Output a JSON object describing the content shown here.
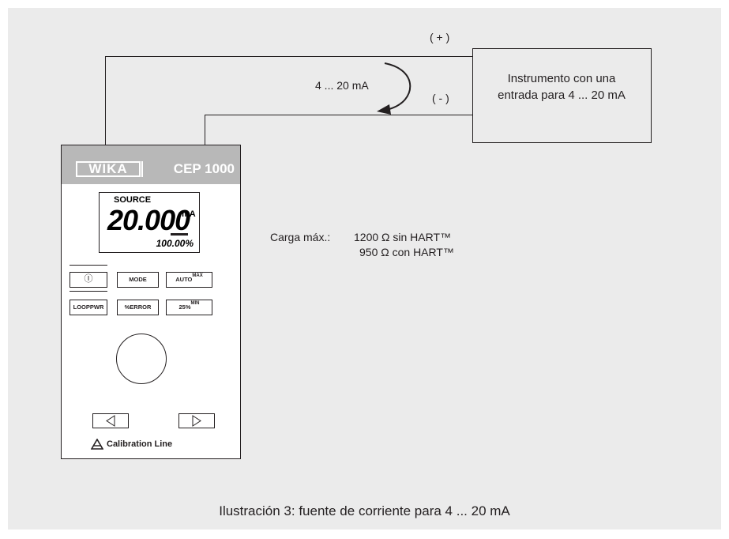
{
  "diagram": {
    "instrument_box_line1": "Instrumento con una",
    "instrument_box_line2": "entrada para 4 ... 20 mA",
    "plus_terminal": "( + )",
    "minus_terminal": "( - )",
    "current_label": "4 ... 20 mA",
    "load_label": "Carga máx.:",
    "load_value1": "1200 Ω sin HART™",
    "load_value2": "950 Ω con HART™",
    "caption": "Ilustración 3: fuente de corriente para 4 ... 20 mA"
  },
  "device": {
    "logo": "WIKA",
    "model": "CEP 1000",
    "display": {
      "mode": "SOURCE",
      "value": "20.000",
      "unit": "mA",
      "percent": "100.00%"
    },
    "buttons": {
      "power": "Ⓘ",
      "mode": "MODE",
      "auto": "AUTO",
      "auto_sup": "MAX",
      "looppwr": "LOOPPWR",
      "error": "%ERROR",
      "pct25": "25%",
      "pct25_sup": "MIN"
    },
    "brand_line": "Calibration Line"
  },
  "colors": {
    "background": "#ebebeb",
    "lines": "#231f20",
    "header": "#b8b8b8"
  }
}
